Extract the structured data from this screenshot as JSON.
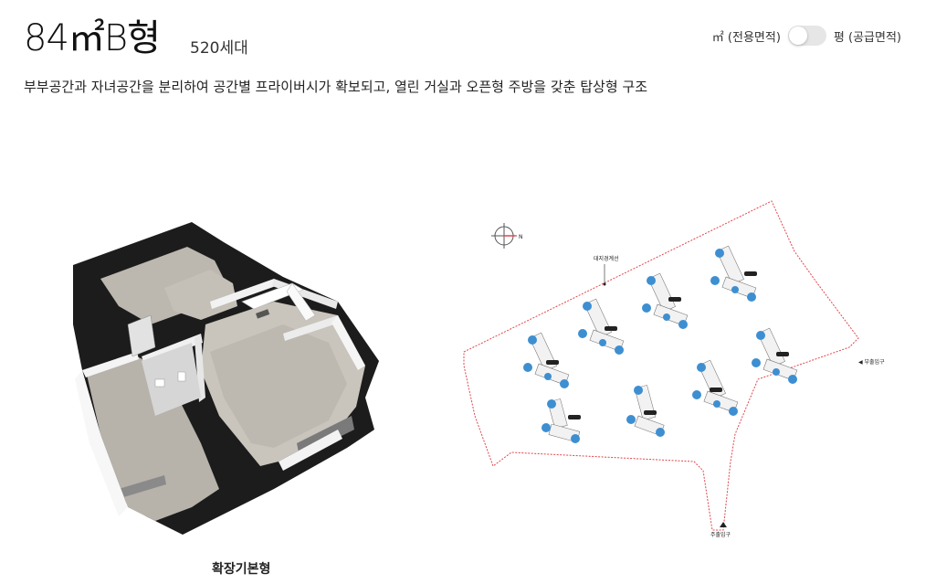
{
  "header": {
    "title": "84㎡B형",
    "households": "520세대",
    "unit_toggle": {
      "left_label": "㎡ (전용면적)",
      "right_label": "평 (공급면적)",
      "selected": "left"
    },
    "description": "부부공간과 자녀공간을 분리하여 공간별 프라이버시가 확보되고, 열린 거실과 오픈형 주방을 갖춘 탑상형 구조"
  },
  "floor_plan": {
    "caption": "확장기본형"
  },
  "site_plan": {
    "boundary_label": "대지경계선",
    "entrance_right": "◀ 부출입구",
    "entrance_bottom": "주출입구",
    "compass_label": "N",
    "colors": {
      "boundary": "#e0474c",
      "unit_highlight": "#3d8fd1",
      "building": "#f2f2f2"
    }
  }
}
